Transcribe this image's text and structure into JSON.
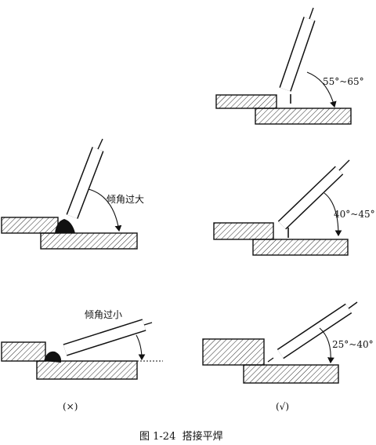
{
  "figure": {
    "caption": "图 1-24  搭接平焊",
    "wrong_mark": "(×)",
    "right_mark": "(√)"
  },
  "wrong": {
    "angle_too_large_label": "倾角过大",
    "angle_too_small_label": "倾角过小"
  },
  "right": {
    "angle_1_label": "55°~65°",
    "angle_2_label": "40°~45°",
    "angle_3_label": "25°~40°"
  },
  "colors": {
    "ink": "#111111",
    "paper": "#ffffff"
  }
}
